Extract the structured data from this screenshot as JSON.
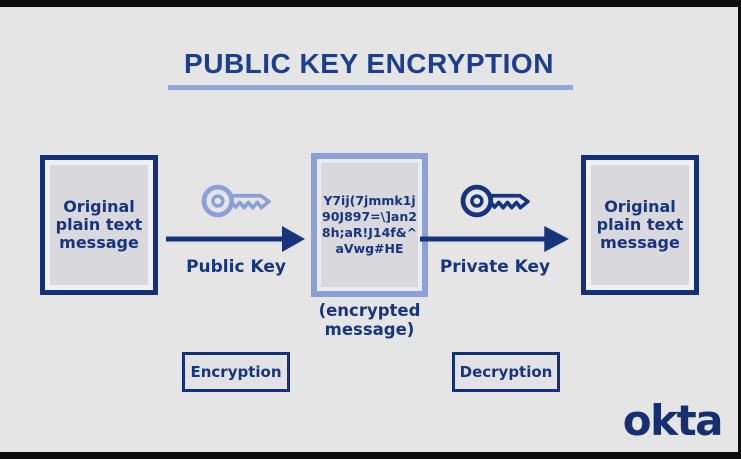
{
  "title": {
    "text": "PUBLIC KEY ENCRYPTION"
  },
  "colors": {
    "navy": "#16337d",
    "navy_border": "#143077",
    "periwinkle": "#8ba0d6",
    "background": "#e5e5e6",
    "panel_fill": "#d8d8dd",
    "frame_black": "#0d0d0d"
  },
  "flow": {
    "source_box": {
      "text": "Original plain text message"
    },
    "public_key_label": "Public Key",
    "encrypted_box": {
      "lines": [
        "Y7ij(7jmmk1j",
        "90J897=\\]an2",
        "8h;aR!J14f&^",
        "aVwg#HE"
      ],
      "caption": "(encrypted message)"
    },
    "private_key_label": "Private Key",
    "destination_box": {
      "text": "Original plain text message"
    }
  },
  "steps": {
    "encryption_label": "Encryption",
    "decryption_label": "Decryption"
  },
  "brand": {
    "logo_text": "okta"
  }
}
